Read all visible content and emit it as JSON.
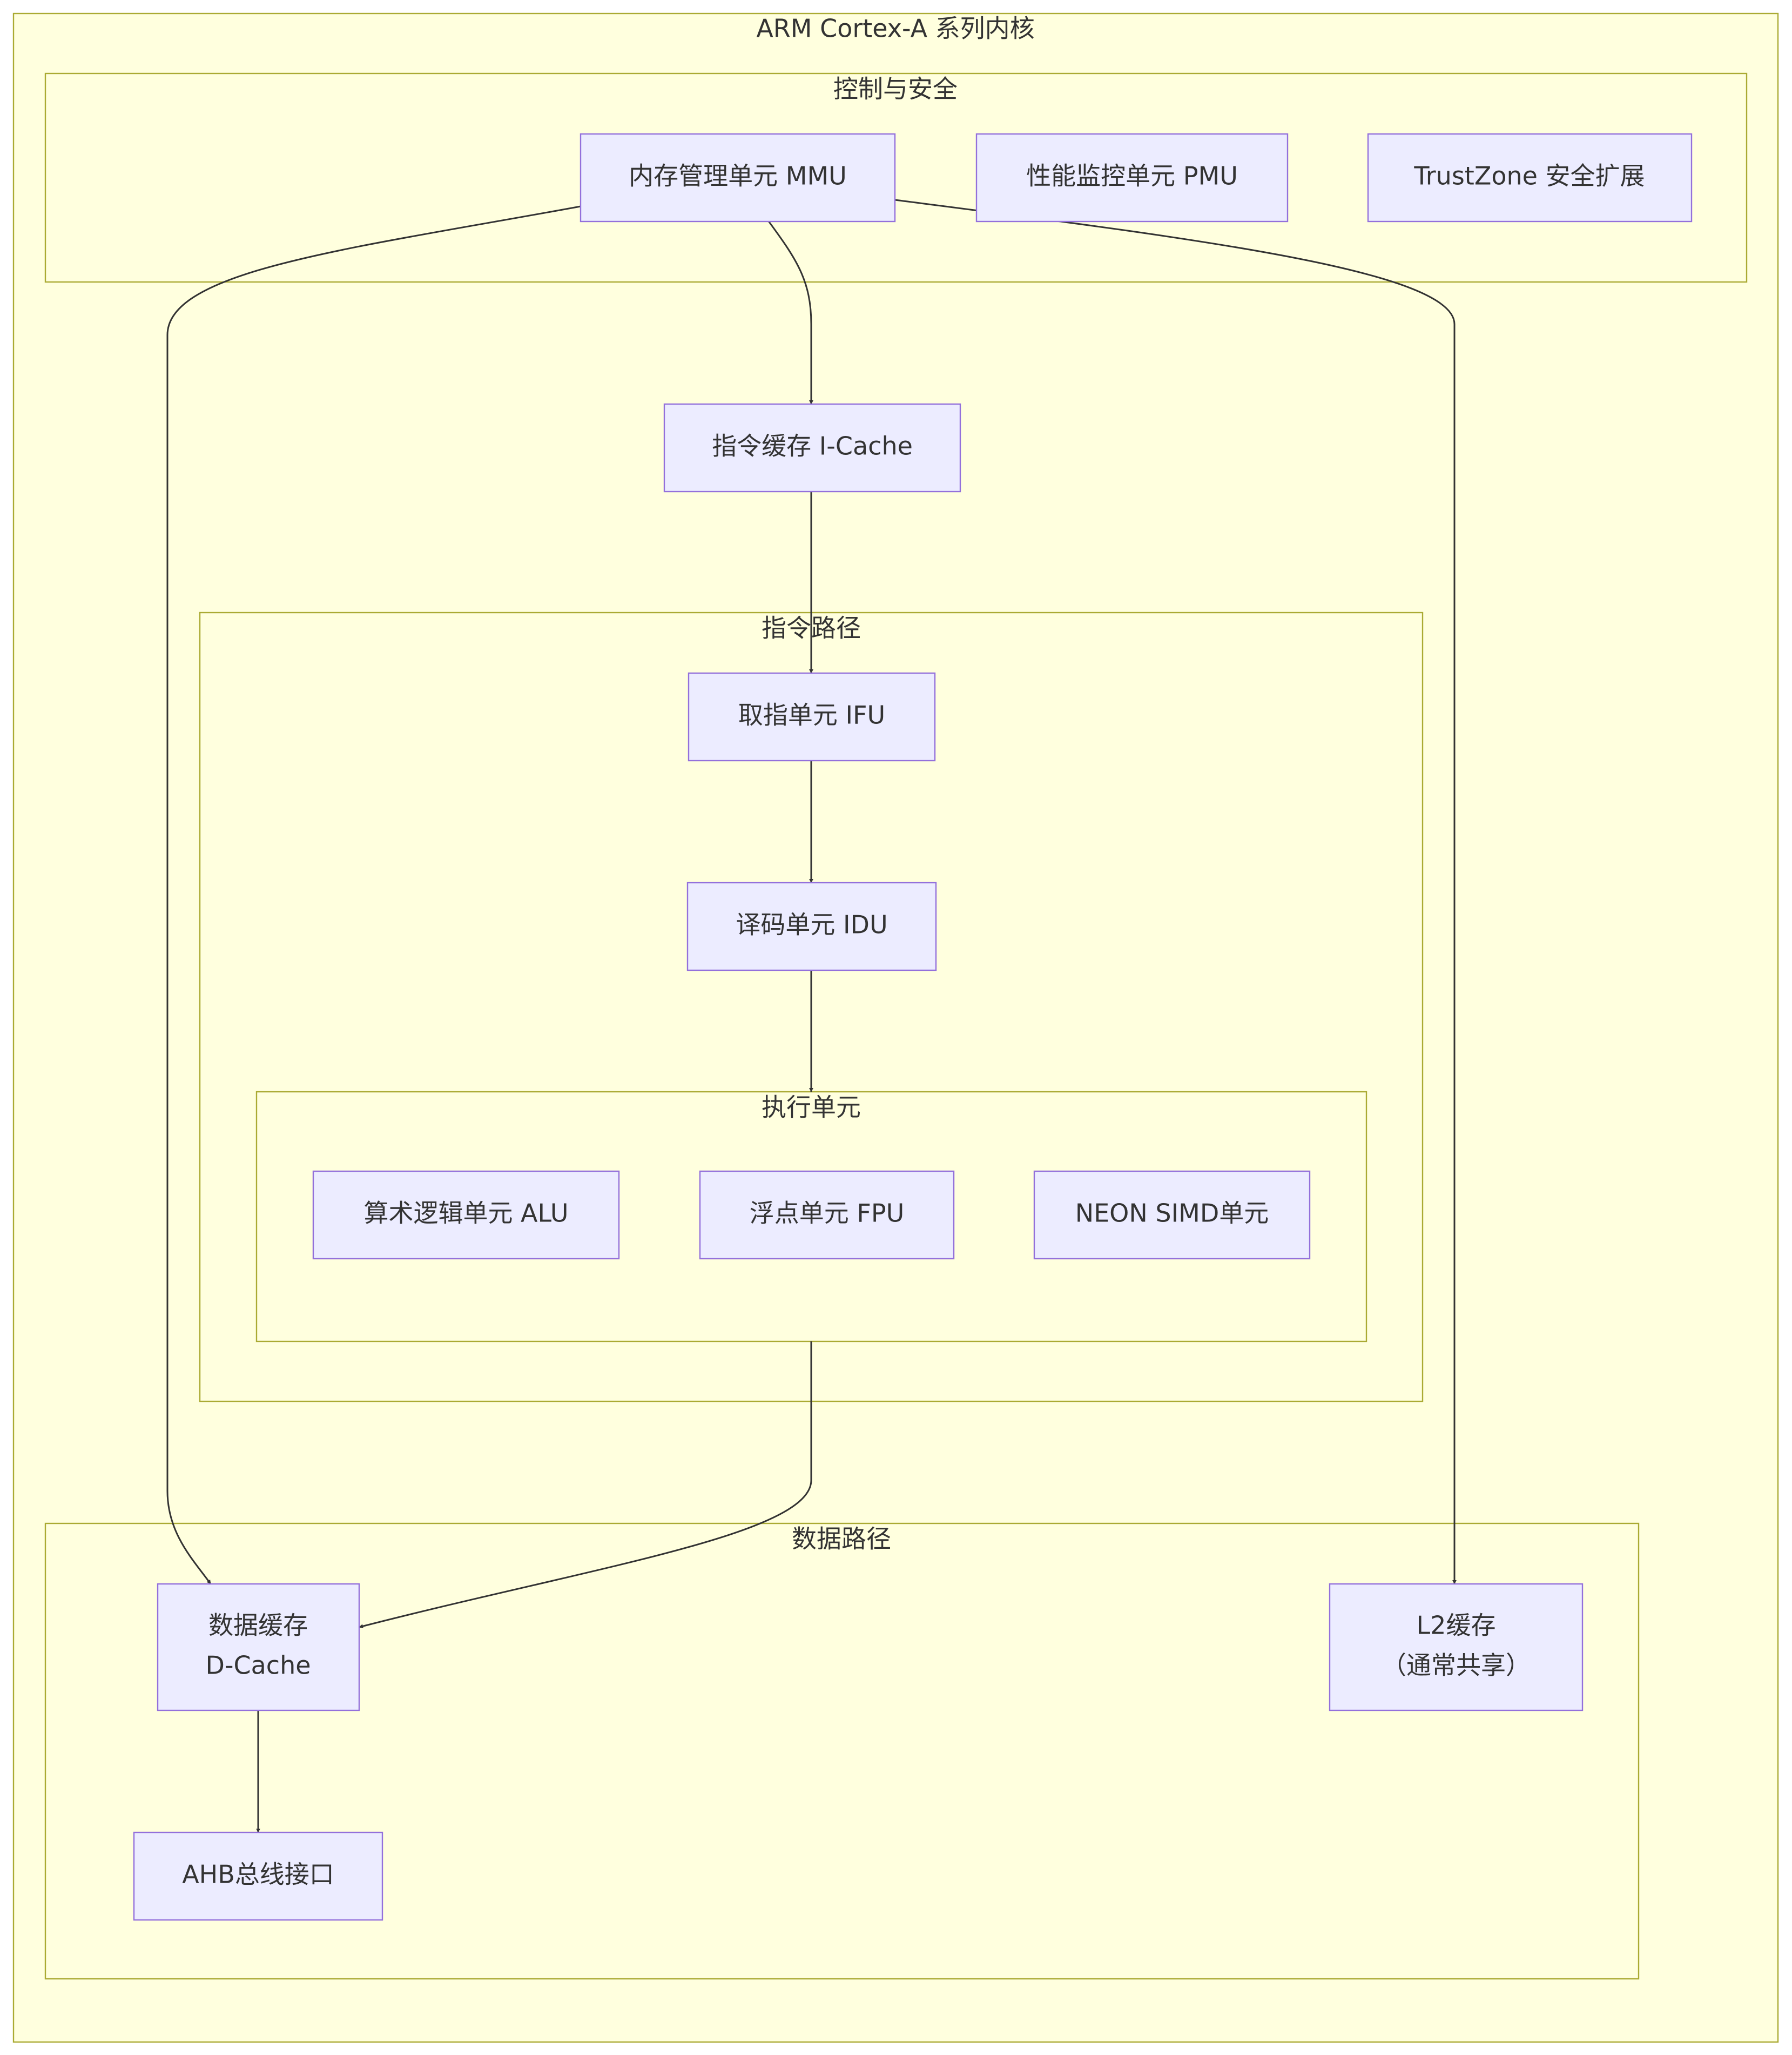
{
  "diagram": {
    "clusters": {
      "core": {
        "title": "ARM Cortex-A 系列内核"
      },
      "control": {
        "title": "控制与安全"
      },
      "instruction": {
        "title": "指令路径"
      },
      "execution": {
        "title": "执行单元"
      },
      "data": {
        "title": "数据路径"
      }
    },
    "nodes": {
      "mmu": {
        "label": "内存管理单元 MMU"
      },
      "pmu": {
        "label": "性能监控单元 PMU"
      },
      "trustzone": {
        "label": "TrustZone 安全扩展"
      },
      "icache": {
        "label": "指令缓存 I-Cache"
      },
      "ifu": {
        "label": "取指单元 IFU"
      },
      "idu": {
        "label": "译码单元 IDU"
      },
      "alu": {
        "label": "算术逻辑单元 ALU"
      },
      "fpu": {
        "label": "浮点单元 FPU"
      },
      "neon": {
        "label": "NEON SIMD单元"
      },
      "dcache": {
        "label_line1": "数据缓存",
        "label_line2": "D-Cache"
      },
      "l2": {
        "label_line1": "L2缓存",
        "label_line2": "（通常共享）"
      },
      "ahb": {
        "label": "AHB总线接口"
      }
    },
    "edges": [
      {
        "from": "mmu",
        "to": "icache"
      },
      {
        "from": "mmu",
        "to": "dcache"
      },
      {
        "from": "mmu",
        "to": "l2"
      },
      {
        "from": "icache",
        "to": "ifu"
      },
      {
        "from": "ifu",
        "to": "idu"
      },
      {
        "from": "idu",
        "to": "execution"
      },
      {
        "from": "execution",
        "to": "dcache"
      },
      {
        "from": "dcache",
        "to": "ahb"
      }
    ]
  }
}
